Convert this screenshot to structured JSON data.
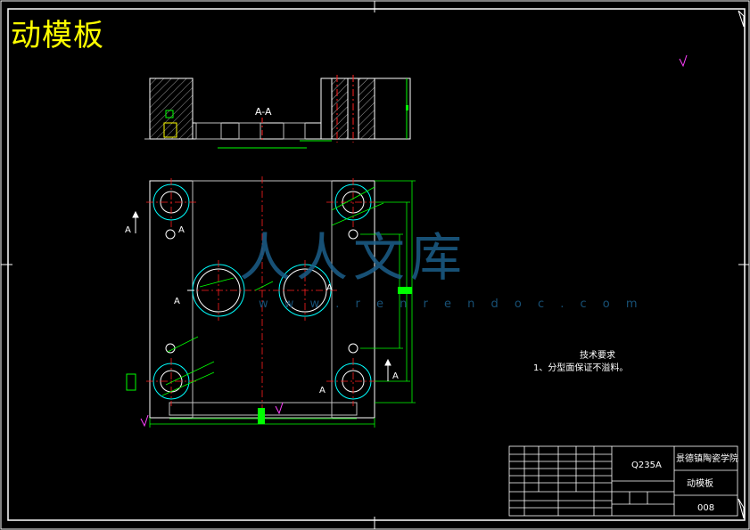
{
  "drawing": {
    "title": "动模板",
    "section_label": "A-A",
    "section_markers": [
      "A",
      "A",
      "A",
      "A",
      "A",
      "A"
    ]
  },
  "notes": {
    "heading": "技术要求",
    "item1": "1、分型面保证不溢料。"
  },
  "title_block": {
    "material": "Q235A",
    "school": "景德镇陶瓷学院",
    "part_name": "动模板",
    "drawing_number": "008"
  },
  "watermark": {
    "text": "人人文库",
    "sub": "w w w . r e n r e n d o c . c o m"
  },
  "colors": {
    "outline": "#ffffff",
    "geometry": "#c0c0c0",
    "dimension": "#00ff00",
    "centerline": "#ff2020",
    "hole": "#00ffff",
    "title": "#ffff00"
  }
}
